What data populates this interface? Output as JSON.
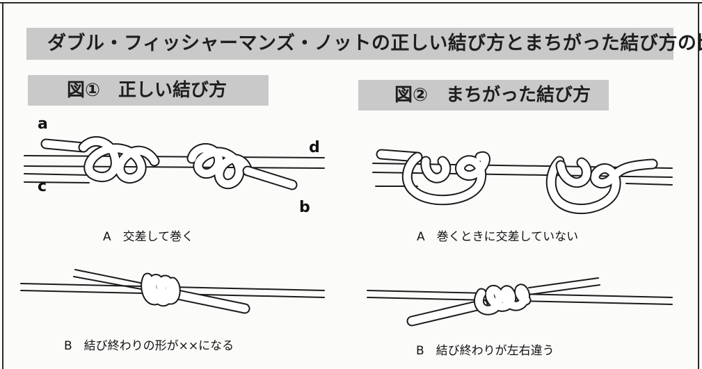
{
  "title": "ダブル・フィッシャーマンズ・ノットの正しい結び方とまちがった結び方の比較",
  "figure1": {
    "header": "図①　正しい結び方",
    "labels": {
      "a": "a",
      "b": "b",
      "c": "c",
      "d": "d"
    },
    "caption_a": "A　交差して巻く",
    "caption_b": "B　結び終わりの形が××になる"
  },
  "figure2": {
    "header": "図②　まちがった結び方",
    "caption_a": "A　巻くときに交差していない",
    "caption_b": "B　結び終わりが左右違う"
  }
}
